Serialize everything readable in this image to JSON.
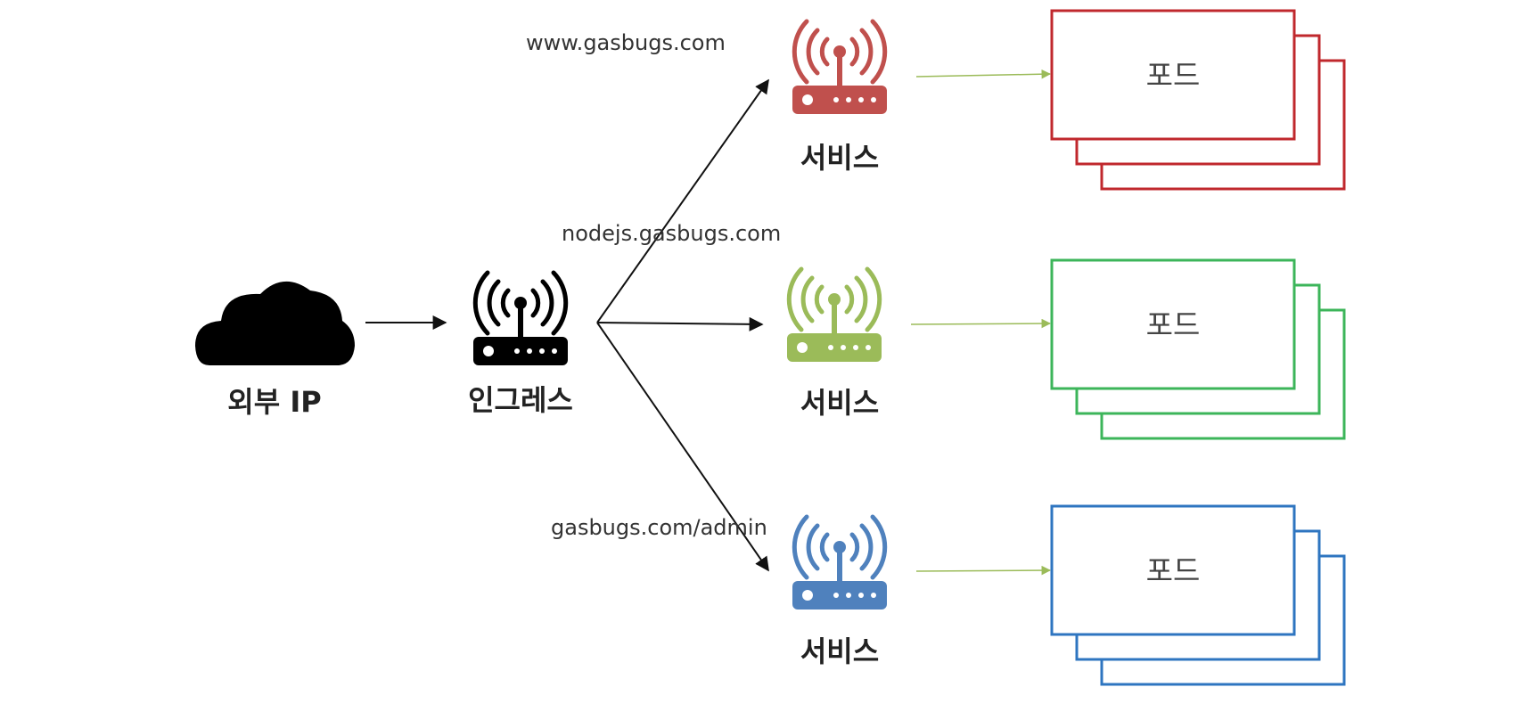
{
  "external": {
    "label": "외부 IP",
    "icon": "cloud-icon",
    "color": "#000000"
  },
  "ingress": {
    "label": "인그레스",
    "icon": "router-icon",
    "color": "#000000"
  },
  "routes": [
    {
      "host": "www.gasbugs.com",
      "service_label": "서비스",
      "pod_label": "포드",
      "color": "#C0504D",
      "pod_color": "#C0282D",
      "icon": "router-icon"
    },
    {
      "host": "nodejs.gasbugs.com",
      "service_label": "서비스",
      "pod_label": "포드",
      "color": "#9BBB59",
      "pod_color": "#3CB55A",
      "icon": "router-icon"
    },
    {
      "host": "gasbugs.com/admin",
      "service_label": "서비스",
      "pod_label": "포드",
      "color": "#4F81BD",
      "pod_color": "#2E75C0",
      "icon": "router-icon"
    }
  ],
  "colors": {
    "arrow": "#111111",
    "link": "#9BBB59"
  }
}
